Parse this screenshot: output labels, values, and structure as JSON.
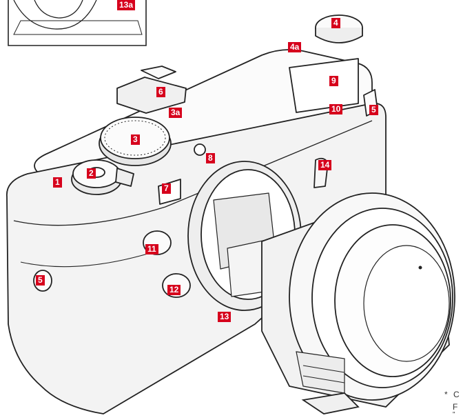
{
  "callouts": {
    "c1": "1",
    "c2": "2",
    "c3": "3",
    "c3a": "3a",
    "c4": "4",
    "c4a": "4a",
    "c5_strap_right": "5",
    "c5_strap_left": "5",
    "c6": "6",
    "c7": "7",
    "c8": "8",
    "c9": "9",
    "c10": "10",
    "c11": "11",
    "c12": "12",
    "c13": "13",
    "c13a": "13a",
    "c14": "14"
  },
  "footnote": {
    "mark": "*",
    "line1": "C",
    "line2": "F",
    "line3": "\""
  },
  "colors": {
    "callout_bg": "#d6001c",
    "line": "#222222",
    "body_fill": "#f7f7f7"
  }
}
